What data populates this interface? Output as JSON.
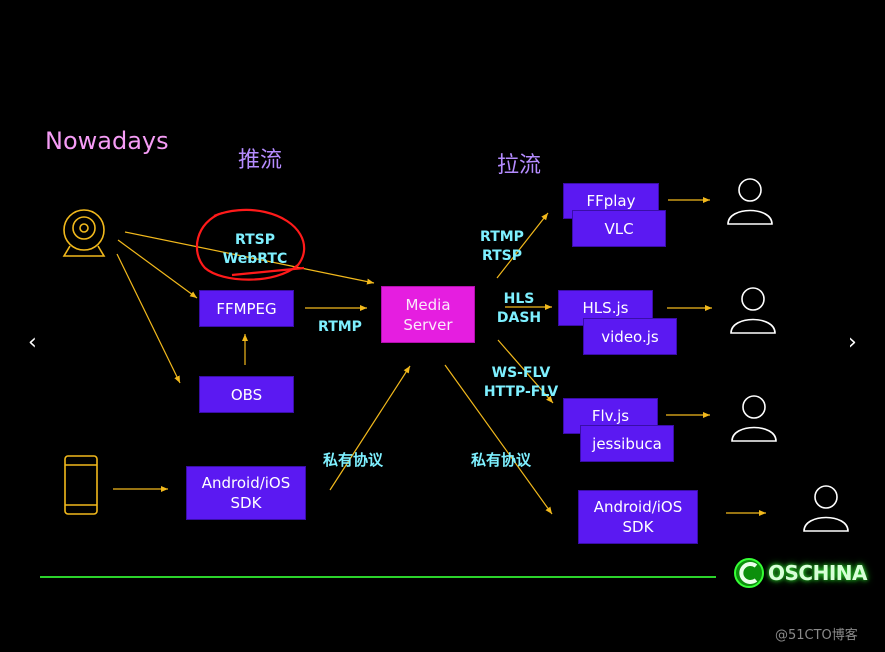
{
  "heading": "Nowadays",
  "section_push": "推流",
  "section_pull": "拉流",
  "boxes": {
    "ffmpeg": "FFMPEG",
    "obs": "OBS",
    "android_sdk_left": "Android/iOS\nSDK",
    "media_server": "Media\nServer",
    "ffplay": "FFplay",
    "vlc": "VLC",
    "hlsjs": "HLS.js",
    "videojs": "video.js",
    "flvjs": "Flv.js",
    "jessibuca": "jessibuca",
    "android_sdk_right": "Android/iOS\nSDK"
  },
  "labels": {
    "rtsp_webrtc": "RTSP\nWebRTC",
    "rtmp_push": "RTMP",
    "private_push": "私有协议",
    "rtmp_rtsp": "RTMP\nRTSP",
    "hls_dash": "HLS\nDASH",
    "ws_http_flv": "WS-FLV\nHTTP-FLV",
    "private_pull": "私有协议"
  },
  "brand": "OSCHINA",
  "watermark": "@51CTO博客",
  "nav": {
    "prev": "‹",
    "next": "›"
  },
  "colors": {
    "background": "#000000",
    "box_fill": "#5b19f2",
    "media_server_fill": "#e51ee0",
    "arrow": "#f2b91c",
    "icon_stroke": "#f2b91c",
    "label_text": "#7ef0ff",
    "heading_text": "#f59cf5",
    "cjk_heading_text": "#b58cff",
    "annotation_red": "#ff1a1a",
    "brand_green": "#2bd32b"
  },
  "icons": [
    "webcam-icon",
    "phone-icon",
    "user-icon"
  ]
}
